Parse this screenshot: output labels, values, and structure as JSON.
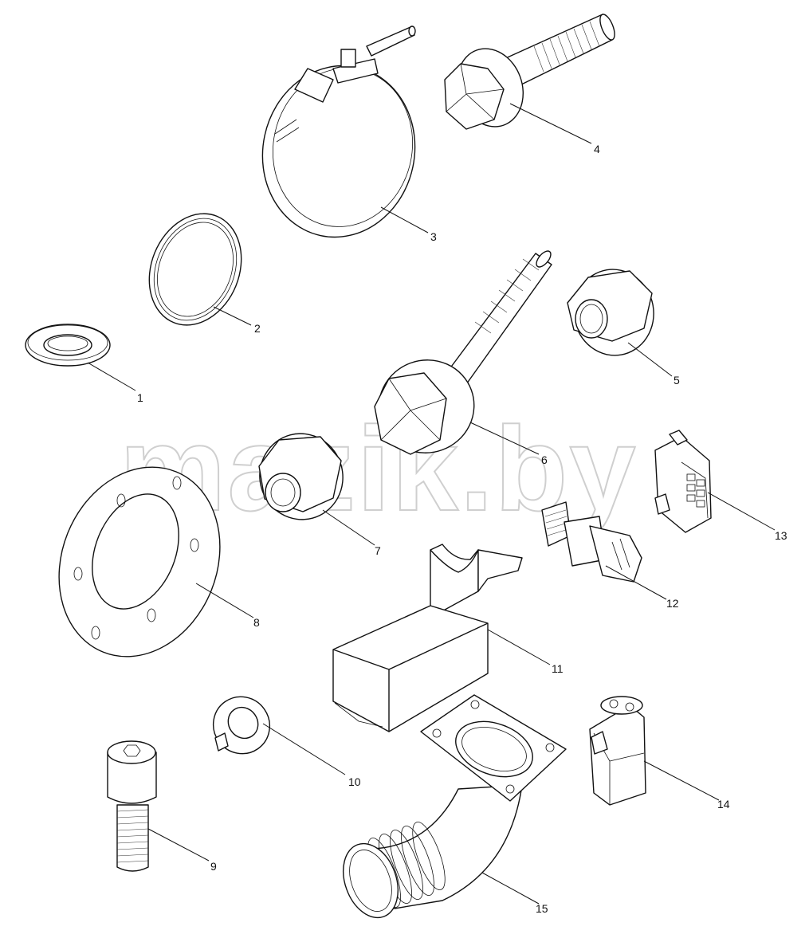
{
  "watermark": "mazik.by",
  "callouts": {
    "c1": "1",
    "c2": "2",
    "c3": "3",
    "c4": "4",
    "c5": "5",
    "c6": "6",
    "c7": "7",
    "c8": "8",
    "c9": "9",
    "c10": "10",
    "c11": "11",
    "c12": "12",
    "c13": "13",
    "c14": "14",
    "c15": "15"
  }
}
